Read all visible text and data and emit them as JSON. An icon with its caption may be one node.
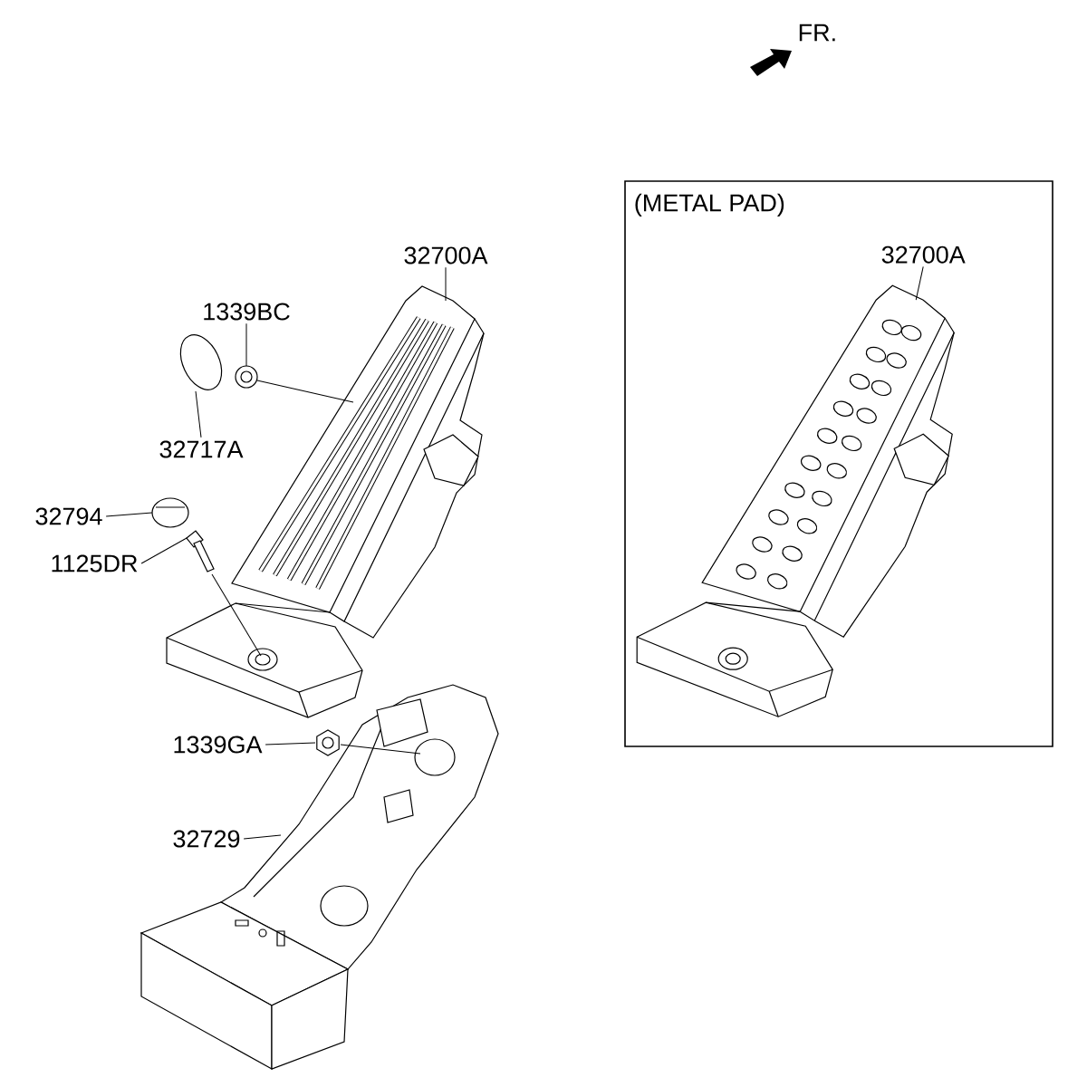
{
  "diagram": {
    "nodes": [
      {
        "text": [
          "32700A"
        ]
      },
      {
        "text": [],
        "shape": "picture"
      },
      {
        "text": [
          "1339BC"
        ]
      },
      {
        "text": [],
        "shape": "picture"
      },
      {
        "text": [
          "32717A"
        ]
      },
      {
        "text": [],
        "shape": "picture"
      },
      {
        "text": [
          "32794"
        ]
      },
      {
        "text": [],
        "shape": "picture"
      },
      {
        "text": [
          "1125DR"
        ]
      },
      {
        "text": [],
        "shape": "picture"
      },
      {
        "text": [
          "1339GA"
        ]
      },
      {
        "text": [],
        "shape": "picture"
      },
      {
        "text": [
          "32729"
        ]
      },
      {
        "text": [],
        "shape": "picture"
      },
      {
        "text": [
          "(METAL PAD)"
        ]
      },
      {
        "text": [
          "32700A"
        ],
        "in": 14
      },
      {
        "text": [],
        "shape": "picture",
        "in": 14
      }
    ],
    "edges": [
      {
        "from": 0,
        "to": 1,
        "arrow": "none"
      },
      {
        "from": 2,
        "to": 3,
        "arrow": "none"
      },
      {
        "from": 3,
        "to": 1,
        "arrow": "none"
      },
      {
        "from": 4,
        "to": 5,
        "arrow": "none"
      },
      {
        "from": 6,
        "to": 7,
        "arrow": "none"
      },
      {
        "from": 8,
        "to": 9,
        "arrow": "none"
      },
      {
        "from": 9,
        "to": 1,
        "arrow": "none"
      },
      {
        "from": 10,
        "to": 11,
        "arrow": "none"
      },
      {
        "from": 11,
        "to": 13,
        "arrow": "none"
      },
      {
        "from": 12,
        "to": 13,
        "arrow": "none"
      },
      {
        "from": 15,
        "to": 16,
        "arrow": "none"
      }
    ],
    "labels": [
      "FR."
    ]
  }
}
